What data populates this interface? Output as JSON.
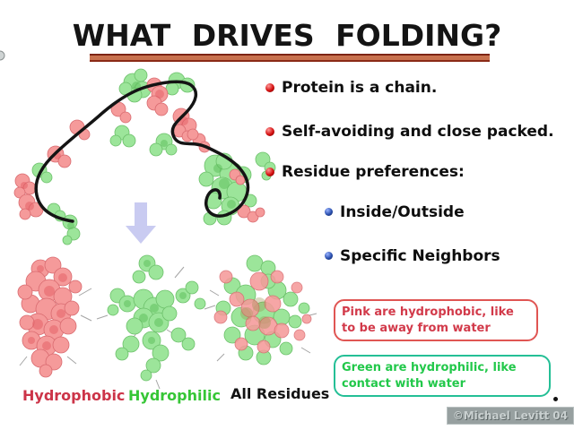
{
  "title": {
    "text": "WHAT DRIVES FOLDING?"
  },
  "bullets": [
    {
      "label": "Protein is a chain."
    },
    {
      "label": "Self-avoiding and close packed."
    },
    {
      "label": "Residue preferences:"
    }
  ],
  "sub_bullets": [
    {
      "label": "Inside/Outside"
    },
    {
      "label": "Specific Neighbors"
    }
  ],
  "callouts": {
    "pink": {
      "text": "Pink are hydrophobic, like to be away from water"
    },
    "green": {
      "text": "Green are hydrophilic, like contact with water"
    }
  },
  "cluster_labels": [
    {
      "label": "Hydrophobic"
    },
    {
      "label": "Hydrophilic"
    },
    {
      "label": "All Residues"
    }
  ],
  "watermark": {
    "text": "©Michael Levitt 04"
  },
  "icons": {
    "bullet": "red-sphere-bullet",
    "sub_bullet": "blue-sphere-bullet",
    "transition": "down-block-arrow"
  },
  "colors": {
    "title_underline": "#c8714e",
    "underline_edge": "#8a2a16",
    "bullet_sphere": "#d40f0f",
    "sub_bullet_sphere": "#2a4fae",
    "hydrophobic_label": "#cc3448",
    "hydrophilic_label": "#36c636",
    "all_residues_label": "#131313",
    "pink_callout_border": "#e05553",
    "pink_callout_text": "#d23a4a",
    "green_callout_border": "#24bf96",
    "green_callout_text": "#22c84a",
    "pink_blob": "#f59a9a",
    "green_blob": "#9ce59a",
    "chain_line": "#141414",
    "arrow": "#c9cbf1",
    "watermark_bg": "#97a0a0"
  }
}
